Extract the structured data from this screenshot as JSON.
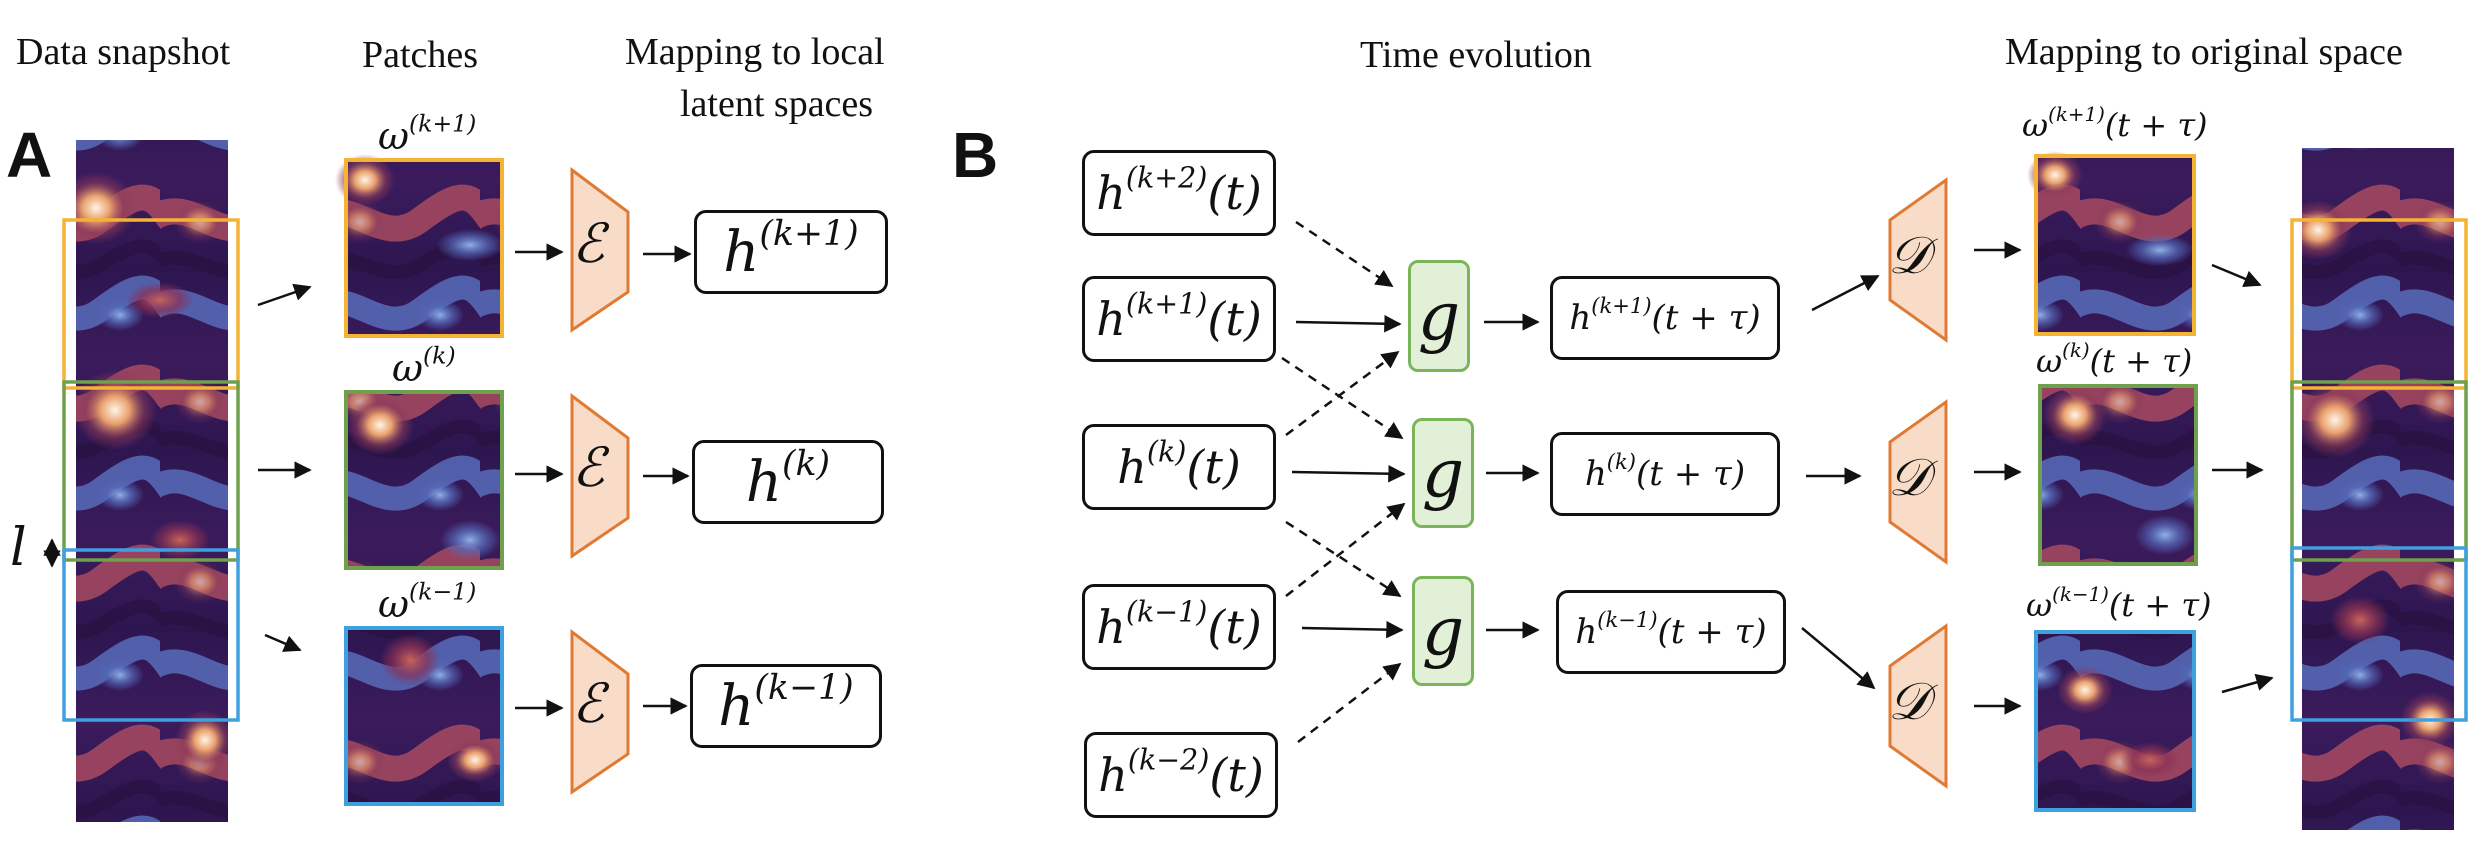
{
  "headers": {
    "data_snapshot": "Data snapshot",
    "patches": "Patches",
    "mapping_local_line1": "Mapping to local",
    "mapping_local_line2": "latent spaces",
    "time_evolution": "Time evolution",
    "mapping_original": "Mapping to original space"
  },
  "panels": {
    "a": "A",
    "b": "B"
  },
  "symbols": {
    "omega": "ω",
    "h": "h",
    "encoder": "ℰ",
    "decoder": "𝒟",
    "g": "g",
    "l": "l",
    "sup_kp2": "(k+2)",
    "sup_kp1": "(k+1)",
    "sup_k": "(k)",
    "sup_km1": "(k−1)",
    "sup_km2": "(k−2)",
    "arg_t": "(t)",
    "arg_t_tau": "(t + τ)"
  },
  "colors": {
    "orange": "#f5b335",
    "green": "#6fa04d",
    "blue": "#3fa0e0",
    "trapezoid_fill": "#f8dcc8",
    "trapezoid_stroke": "#e07a33",
    "g_fill": "#e3f0d8",
    "g_stroke": "#7ab55c"
  }
}
